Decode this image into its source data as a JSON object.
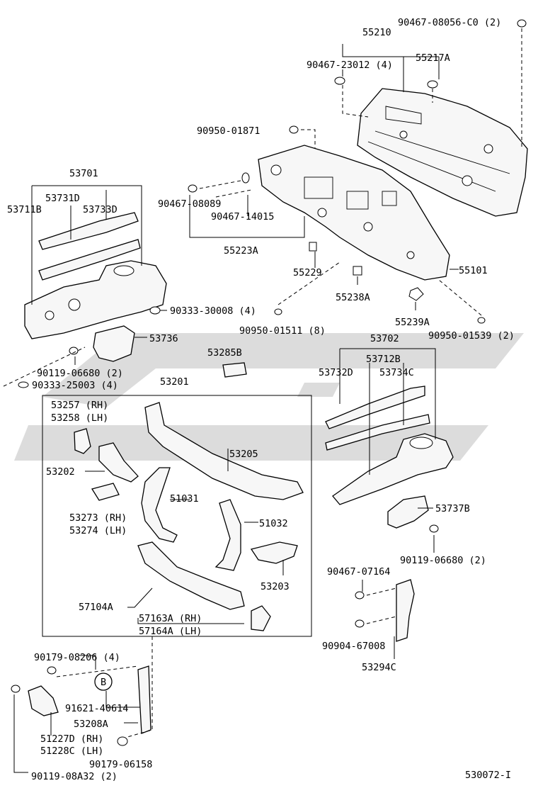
{
  "labels": {
    "l1": "90467-08056-C0 (2)",
    "l2": "55210",
    "l3": "90467-23012 (4)",
    "l4": "55217A",
    "l5": "90950-01871",
    "l6": "53701",
    "l7": "53731D",
    "l8": "53711B",
    "l9": "53733D",
    "l10": "90467-08089",
    "l11": "90467-14015",
    "l12": "55223A",
    "l13": "55229",
    "l14": "55101",
    "l15": "55238A",
    "l16": "90333-30008 (4)",
    "l17": "55239A",
    "l18": "90950-01511 (8)",
    "l19": "90950-01539 (2)",
    "l20": "53736",
    "l21": "53702",
    "l22": "53285B",
    "l23": "53712B",
    "l24": "90119-06680 (2)",
    "l25": "53732D",
    "l26": "53734C",
    "l27": "90333-25003 (4)",
    "l28": "53201",
    "l29": "53257 (RH)",
    "l30": "53258 (LH)",
    "l31": "53205",
    "l32": "53202",
    "l33": "51031",
    "l34": "53737B",
    "l35": "53273 (RH)",
    "l36": "53274 (LH)",
    "l37": "51032",
    "l38": "90119-06680 (2)",
    "l39": "53203",
    "l40": "90467-07164",
    "l41": "57104A",
    "l42": "57163A (RH)",
    "l43": "57164A (LH)",
    "l44": "90904-67008",
    "l45": "90179-08206 (4)",
    "l46": "53294C",
    "l47": "B",
    "l48": "91621-40614",
    "l49": "53208A",
    "l50": "51227D (RH)",
    "l51": "51228C (LH)",
    "l52": "90179-06158",
    "l53": "90119-08A32 (2)",
    "l54": "530072-I"
  }
}
